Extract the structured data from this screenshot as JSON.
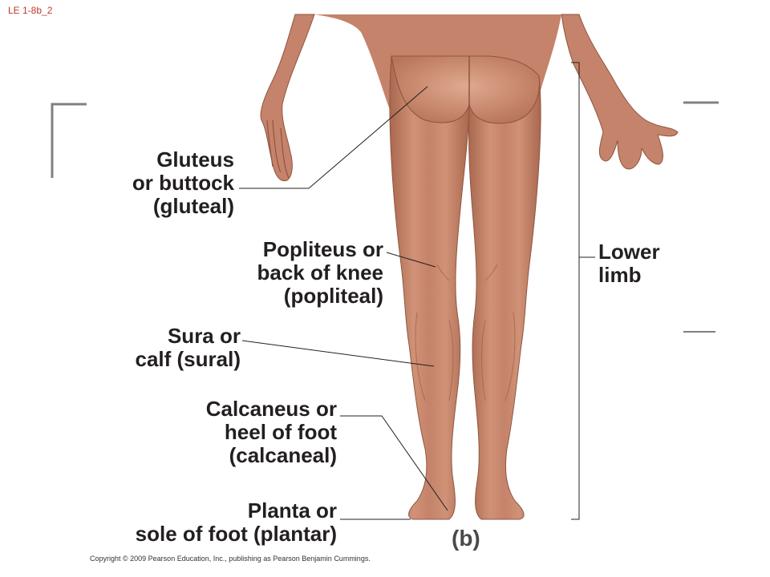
{
  "slide_id": "LE 1-8b_2",
  "labels": {
    "gluteus": "Gluteus\nor buttock\n(gluteal)",
    "popliteus": "Popliteus or\nback of knee\n(popliteal)",
    "sura": "Sura or\ncalf (sural)",
    "calcaneus": "Calcaneus or\nheel of foot\n(calcaneal)",
    "planta": "Planta or\nsole of foot (plantar)",
    "lower_limb": "Lower\nlimb"
  },
  "panel_letter": "(b)",
  "copyright": "Copyright © 2009 Pearson Education, Inc., publishing as Pearson Benjamin Cummings.",
  "colors": {
    "skin": "#c8876a",
    "skin_shadow": "#a0634a",
    "skin_highlight": "#dba48a",
    "leader": "#231f20",
    "frame": "#808080",
    "slide_id": "#c0392b"
  }
}
